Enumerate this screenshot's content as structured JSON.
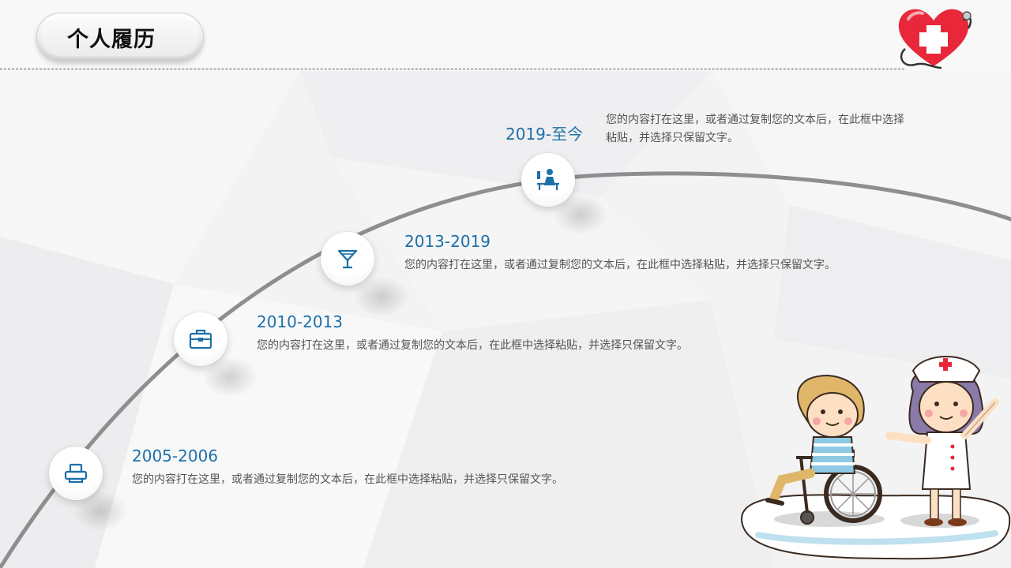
{
  "header": {
    "title": "个人履历"
  },
  "timeline": [
    {
      "year": "2005-2006",
      "icon": "printer-icon",
      "description": "您的内容打在这里，或者通过复制您的文本后，在此框中选择粘贴，并选择只保留文字。"
    },
    {
      "year": "2010-2013",
      "icon": "briefcase-icon",
      "description": "您的内容打在这里，或者通过复制您的文本后，在此框中选择粘贴，并选择只保留文字。"
    },
    {
      "year": "2013-2019",
      "icon": "cocktail-glass-icon",
      "description": "您的内容打在这里，或者通过复制您的文本后，在此框中选择粘贴，并选择只保留文字。"
    },
    {
      "year": "2019-至今",
      "icon": "person-at-desk-icon",
      "description": "您的内容打在这里，或者通过复制您的文本后，在此框中选择粘贴，并选择只保留文字。"
    }
  ],
  "decor": {
    "heart_icon": "medical-heart-stethoscope-icon",
    "illustration": "nurse-and-wheelchair-patient-illustration"
  },
  "colors": {
    "accent": "#1d6fa8",
    "text": "#555555",
    "curve": "#8e8e90",
    "heart": "#e8283a"
  }
}
